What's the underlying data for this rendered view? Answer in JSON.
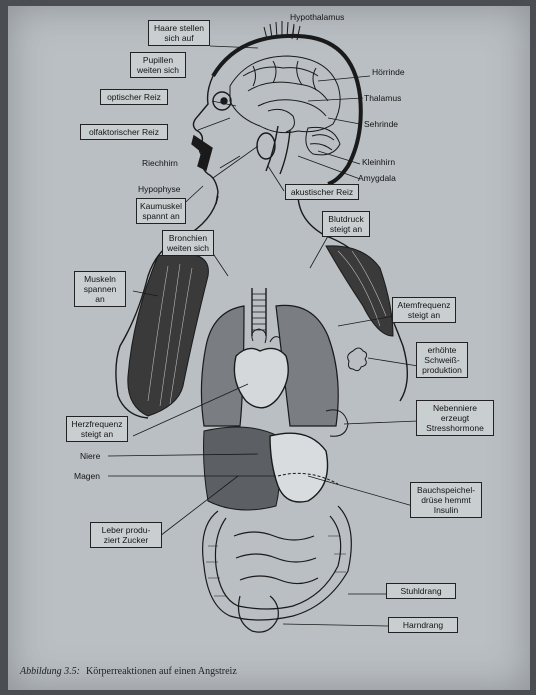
{
  "labels": {
    "haare": "Haare stellen sich auf",
    "hypothalamus": "Hypothalamus",
    "pupillen": "Pupillen weiten sich",
    "hoerrinde": "Hörrinde",
    "optisch": "optischer Reiz",
    "thalamus": "Thalamus",
    "olfaktorisch": "olfaktorischer Reiz",
    "sehrinde": "Sehrinde",
    "riechhirn": "Riechhirn",
    "kleinhirn": "Kleinhirn",
    "amygdala": "Amygdala",
    "hypophyse": "Hypophyse",
    "akustisch": "akustischer Reiz",
    "kaumuskel": "Kaumuskel spannt an",
    "blutdruck": "Blutdruck steigt an",
    "bronchien": "Bronchien weiten sich",
    "muskeln": "Muskeln spannen an",
    "atemfrequenz": "Atemfrequenz steigt an",
    "schweiss": "erhöhte Schweiß-produktion",
    "nebenniere": "Nebenniere erzeugt Stresshormone",
    "herzfrequenz": "Herzfrequenz steigt an",
    "niere": "Niere",
    "magen": "Magen",
    "bauchspeichel": "Bauchspeichel-drüse hemmt Insulin",
    "leber": "Leber produ-ziert Zucker",
    "stuhldrang": "Stuhldrang",
    "harndrang": "Harndrang"
  },
  "caption": {
    "number": "Abbildung 3.5:",
    "text": "Körperreaktionen auf einen Angstreiz"
  }
}
